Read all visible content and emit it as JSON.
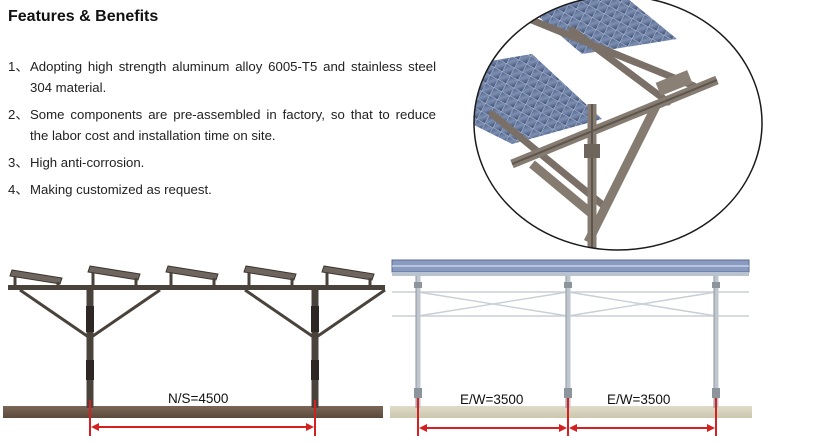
{
  "heading": "Features & Benefits",
  "features": [
    {
      "num": "1、",
      "text": "Adopting high strength aluminum alloy 6005-T5 and stainless steel 304 material."
    },
    {
      "num": "2、",
      "text": "Some components are pre-assembled in factory, so that to reduce the labor cost and installation time on site."
    },
    {
      "num": "3、",
      "text": "High anti-corrosion."
    },
    {
      "num": "4、",
      "text": "Making customized as request."
    }
  ],
  "dimensions": {
    "ns": "N/S=4500",
    "ew1": "E/W=3500",
    "ew2": "E/W=3500"
  },
  "colors": {
    "dimension_line": "#d42020",
    "frame_dark": "#4a433c",
    "frame_light": "#c9cfd6",
    "ground_dark": "#6b5a4a",
    "ground_light": "#d6d2bd"
  }
}
